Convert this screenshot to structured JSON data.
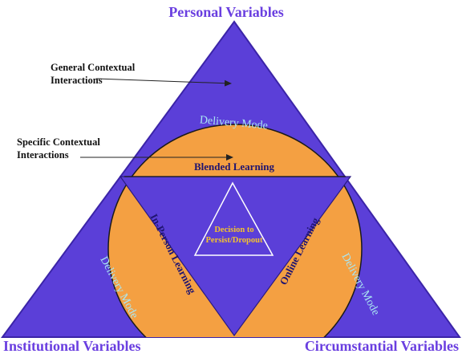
{
  "colors": {
    "triangle_fill": "#5b3fd8",
    "triangle_edge": "#3b24a8",
    "orange_fill": "#f4a042",
    "orange_edge": "#1a1a1a",
    "vertex_label": "#6a3fe0",
    "delivery_label": "#a9e6f2",
    "band_label": "#1f1470",
    "center_label": "#f4c22e",
    "annotation_text": "#111111",
    "arrow": "#222222"
  },
  "vertices": {
    "top": "Personal Variables",
    "bottom_left": "Institutional Variables",
    "bottom_right": "Circumstantial Variables"
  },
  "annotations": {
    "general": [
      "General Contextual",
      "Interactions"
    ],
    "specific": [
      "Specific Contextual",
      "Interactions"
    ]
  },
  "delivery_mode": {
    "top": "Delivery Mode",
    "left": "Delivery Mode",
    "right": "Delivery Mode"
  },
  "modes": {
    "blended": "Blended Learning",
    "in_person": "In-Person Learning",
    "online": "Online Learning"
  },
  "center": [
    "Decision to",
    "Persist/Dropout"
  ]
}
